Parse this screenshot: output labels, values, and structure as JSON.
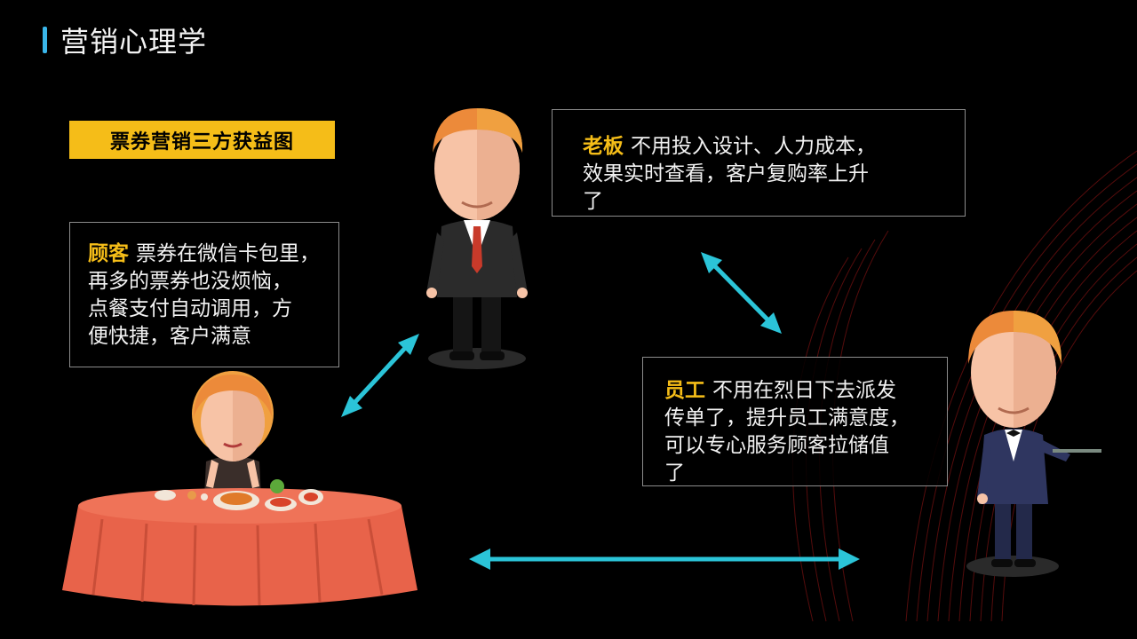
{
  "page": {
    "title": "营销心理学"
  },
  "badge": {
    "label": "票券营销三方获益图"
  },
  "customer": {
    "role": "顾客",
    "lines": [
      "票券在微信卡包里，",
      "再多的票券也没烦恼，",
      "点餐支付自动调用，方",
      "便快捷，客户满意"
    ]
  },
  "boss": {
    "role": "老板",
    "lines": [
      "不用投入设计、人力成本，",
      "效果实时查看，客户复购率上升",
      "了"
    ]
  },
  "staff": {
    "role": "员工",
    "lines": [
      "不用在烈日下去派发",
      "传单了，提升员工满意度，",
      "可以专心服务顾客拉储值",
      "了"
    ]
  },
  "colors": {
    "accent": "#f5bd18",
    "arrow": "#2bc4d8",
    "title_bar": "#3ab6ea",
    "table": "#e8634a"
  },
  "icons": [
    "boss-figure-icon",
    "waiter-figure-icon",
    "customer-figure-icon",
    "dining-table-icon",
    "double-arrow-icon"
  ]
}
